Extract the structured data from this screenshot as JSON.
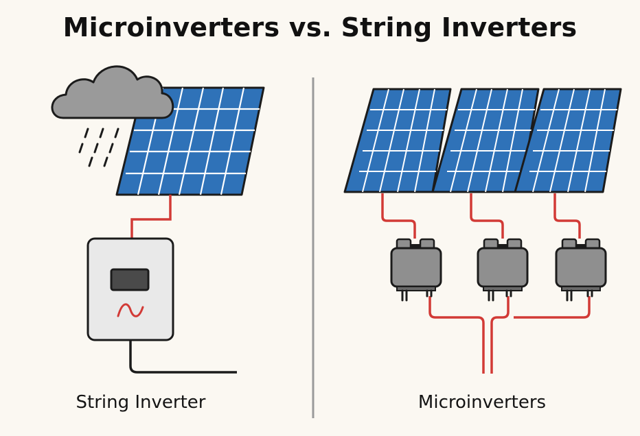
{
  "title": "Microinverters vs. String Inverters",
  "left": {
    "label": "String Inverter"
  },
  "right": {
    "label": "Microinverters"
  },
  "colors": {
    "background": "#fbf8f2",
    "panel_cell": "#2f72b8",
    "panel_frame": "#1b1b1b",
    "wire": "#d23a36",
    "cloud": "#9a9a9a",
    "inverter_body": "#e9e9e9",
    "microinverter_body": "#8f8f8f",
    "divider": "#9a9a9a"
  },
  "icons": [
    "rain-cloud-icon",
    "solar-panel-icon",
    "string-inverter-icon",
    "microinverter-icon",
    "ac-sine-wave-icon"
  ]
}
